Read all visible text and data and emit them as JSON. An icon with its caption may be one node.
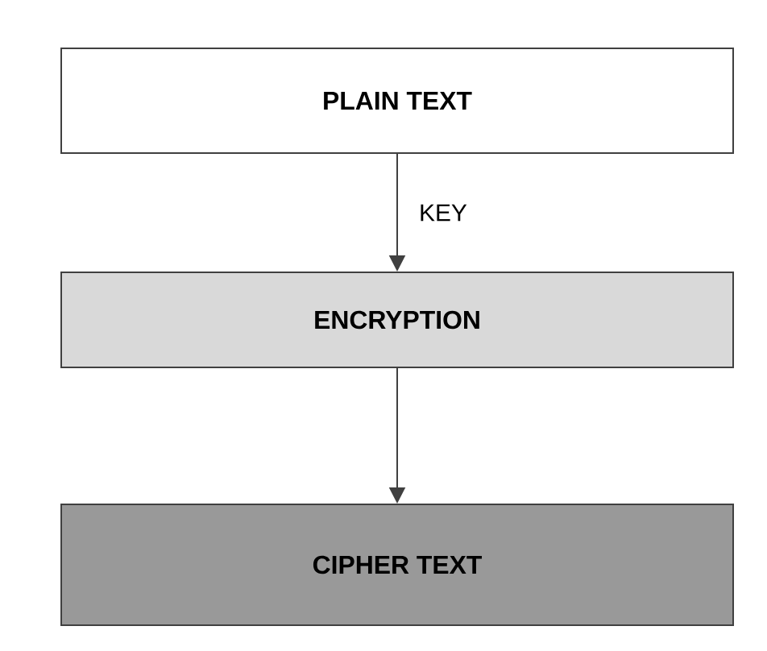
{
  "diagram": {
    "nodes": [
      {
        "text": [
          "PLAIN TEXT"
        ]
      },
      {
        "text": [
          "ENCRYPTION"
        ]
      },
      {
        "text": [
          "CIPHER TEXT"
        ]
      }
    ],
    "edges": [
      {
        "from": 0,
        "to": 1,
        "arrow": "to",
        "label": "KEY"
      },
      {
        "from": 1,
        "to": 2,
        "arrow": "to"
      }
    ]
  }
}
